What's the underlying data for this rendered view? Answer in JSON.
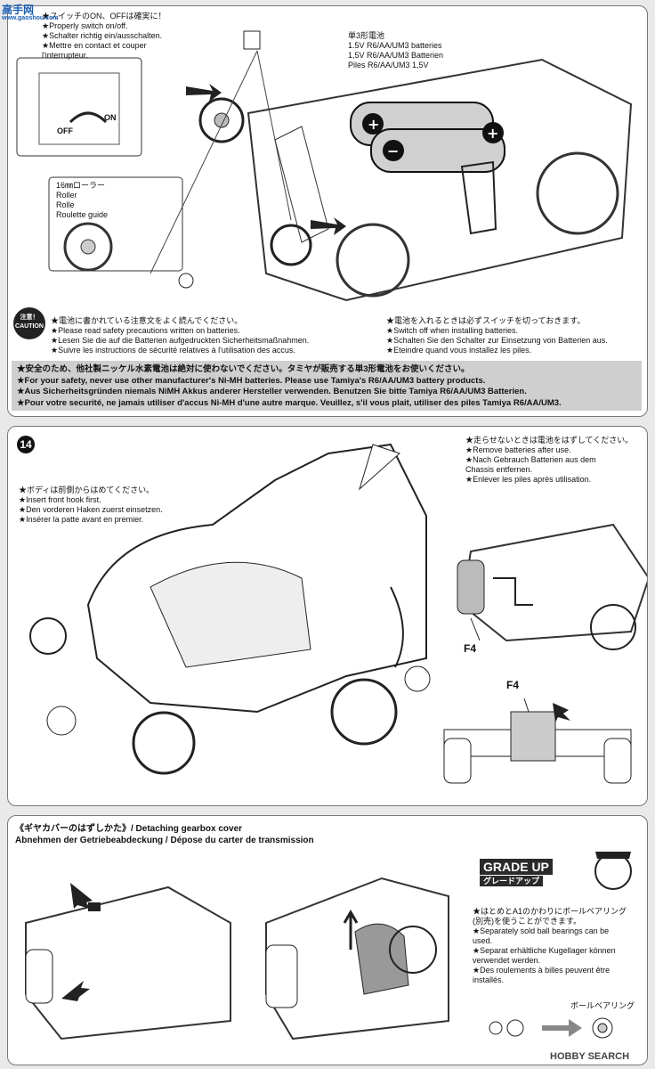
{
  "watermark_top": {
    "logo": "高手网",
    "url": "www.gaoshou.com"
  },
  "switch_note": {
    "lines": [
      "★スイッチのON、OFFは確実に！",
      "★Properly switch on/off.",
      "★Schalter richtig ein/ausschalten.",
      "★Mettre en contact et couper",
      "l'interrupteur."
    ],
    "off": "OFF",
    "on": "ON"
  },
  "battery_note": {
    "lines": [
      "単3形電池",
      "1.5V R6/AA/UM3 batteries",
      "1,5V R6/AA/UM3 Batterien",
      "Piles R6/AA/UM3 1,5V"
    ]
  },
  "roller_note": {
    "lines": [
      "16㎜ローラー",
      "Roller",
      "Rolle",
      "Roulette guide"
    ]
  },
  "caution_badge": {
    "jp": "注意！",
    "en": "CAUTION"
  },
  "caution_left": [
    "★電池に書かれている注意文をよく読んでください。",
    "★Please read safety precautions written on batteries.",
    "★Lesen Sie die auf die Batterien aufgedruckten Sicherheitsmaßnahmen.",
    "★Suivre les instructions de sécurité relatives à l'utilisation des accus."
  ],
  "caution_right": [
    "★電池を入れるときは必ずスイッチを切っておきます。",
    "★Switch off when installing batteries.",
    "★Schalten Sie den Schalter zur Einsetzung von Batterien aus.",
    "★Eteindre quand vous installez les piles."
  ],
  "warning_bar": [
    "★安全のため、他社製ニッケル水素電池は絶対に使わないでください。タミヤが販売する単3形電池をお使いください。",
    "★For your safety, never use other manufacturer's Ni-MH batteries. Please use Tamiya's R6/AA/UM3 battery products.",
    "★Aus Sicherheitsgründen niemals NiMH Akkus anderer Hersteller verwenden. Benutzen Sie bitte Tamiya R6/AA/UM3 Batterien.",
    "★Pour votre securité, ne jamais utiliser d'accus Ni-MH d'une autre marque. Veuillez, s'il vous plait, utiliser des piles Tamiya R6/AA/UM3."
  ],
  "step14": {
    "number": "14",
    "body_note": [
      "★ボディは前側からはめてください。",
      "★Insert front hook first.",
      "★Den vorderen Haken zuerst einsetzen.",
      "★Insérer la patte avant en premier."
    ],
    "remove_note": [
      "★走らせないときは電池をはずしてください。",
      "★Remove batteries after use.",
      "★Nach Gebrauch Batterien aus dem",
      "Chassis entfernen.",
      "★Enlever les piles après utilisation."
    ],
    "label_f4_a": "F4",
    "label_f4_b": "F4"
  },
  "gearbox": {
    "title_line1": "《ギヤカバーのはずしかた》/ Detaching gearbox cover",
    "title_line2": "Abnehmen der Getriebeabdeckung / Dépose du carter de transmission"
  },
  "grade_up": {
    "title": "GRADE UP",
    "subtitle": "グレードアップ",
    "notes": [
      "★はとめとA1のかわりにボールベアリング",
      "(別売)を使うことができます。",
      "★Separately sold ball bearings can be",
      "used.",
      "★Separat erhältliche Kugellager können",
      "verwendet werden.",
      "★Des roulements à billes peuvent être",
      "installés."
    ],
    "bearing_label": "ボールベアリング"
  },
  "watermark_bottom": "HOBBY SEARCH",
  "colors": {
    "panel": "#ffffff",
    "background": "#e9e9e9",
    "warning": "#cfcfcf",
    "ink": "#111111"
  }
}
